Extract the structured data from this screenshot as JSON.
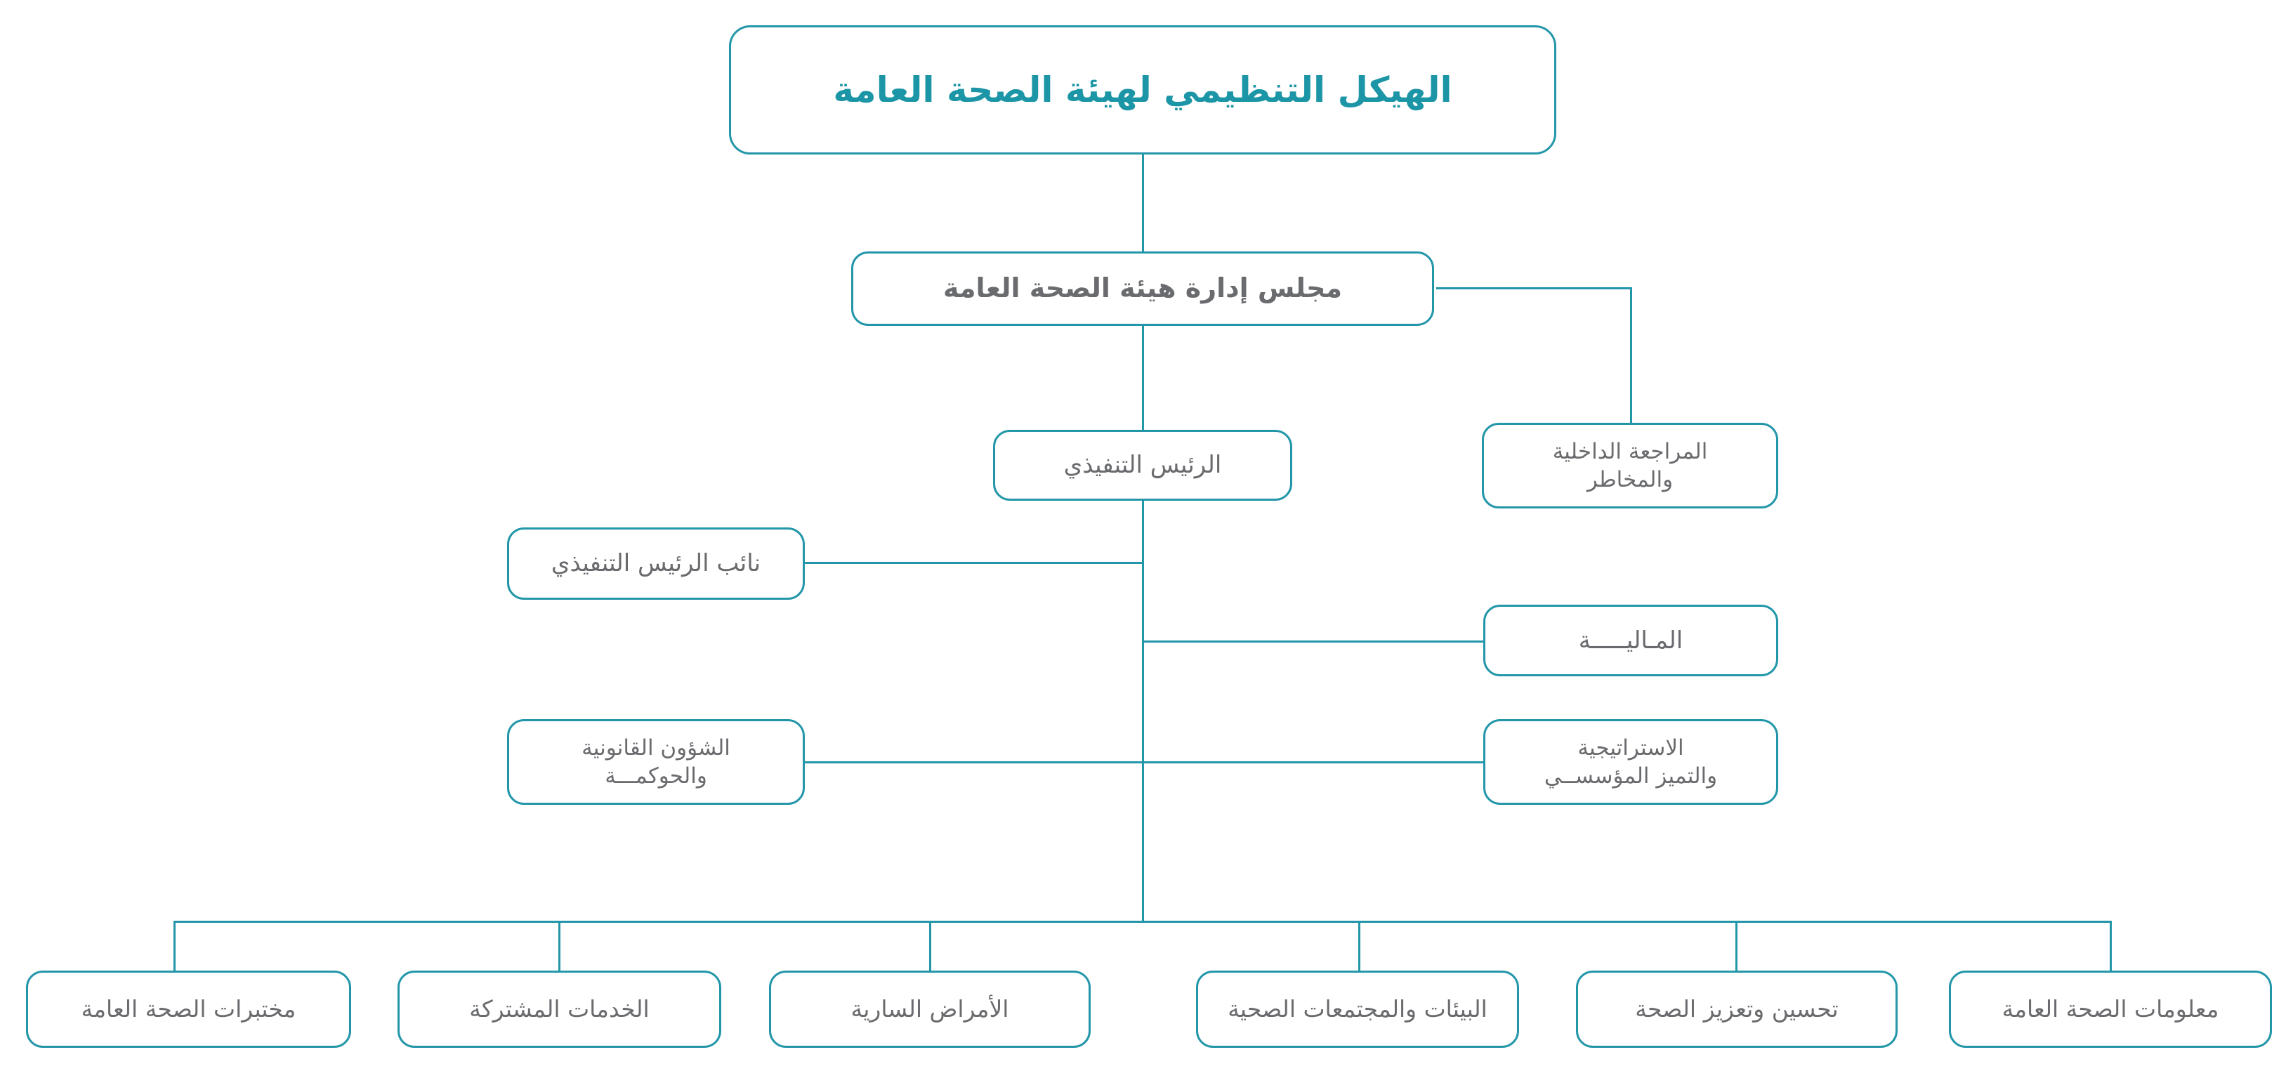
{
  "colors": {
    "teal": "#2397a9",
    "title_teal": "#1c96a6",
    "text_gray": "#6a6b6e",
    "background": "#ffffff"
  },
  "title": {
    "label": "الهيكل التنظيمي لهيئة الصحة العامة"
  },
  "nodes": {
    "board": {
      "label": "مجلس إدارة هيئة الصحة العامة"
    },
    "ceo": {
      "label": "الرئيس التنفيذي"
    },
    "internal_audit": {
      "label": "المراجعة الداخلية\nوالمخاطر"
    },
    "deputy_ceo": {
      "label": "نائب الرئيس التنفيذي"
    },
    "finance": {
      "label": "المـاليـــــة"
    },
    "legal_governance": {
      "label": "الشؤون القانونية\nوالحوكمـــة"
    },
    "strategy_excellence": {
      "label": "الاستراتيجية\nوالتميز المؤسســي"
    }
  },
  "departments": [
    {
      "label": "مختبرات الصحة العامة"
    },
    {
      "label": "الخدمات المشتركة"
    },
    {
      "label": "الأمراض السارية"
    },
    {
      "label": "البيئات والمجتمعات الصحية"
    },
    {
      "label": "تحسين وتعزيز الصحة"
    },
    {
      "label": "معلومات الصحة العامة"
    }
  ]
}
